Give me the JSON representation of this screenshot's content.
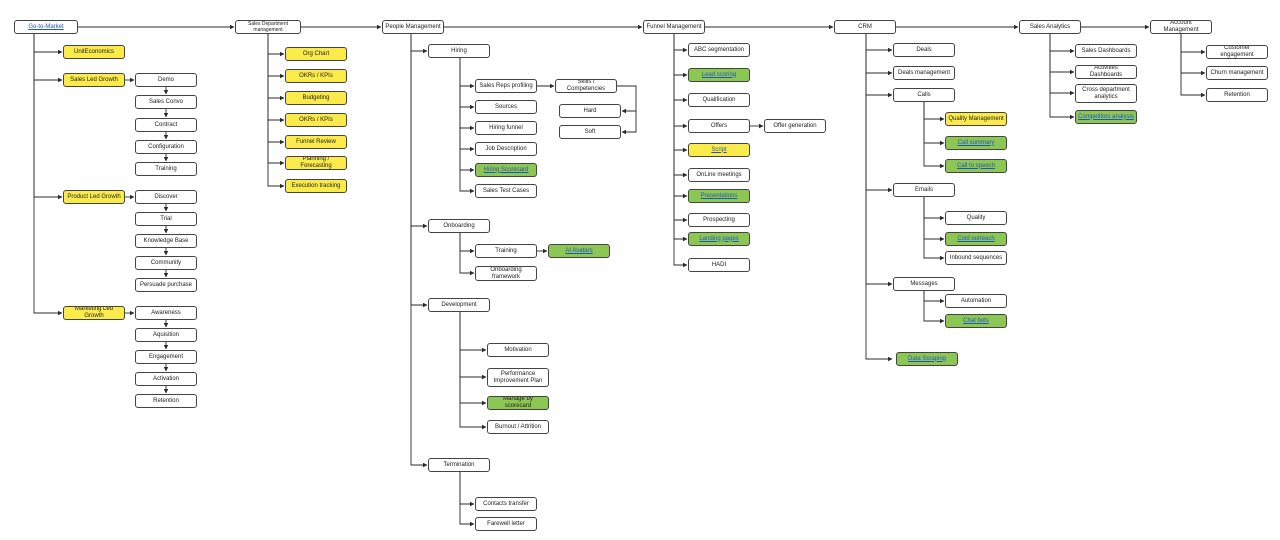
{
  "palette": {
    "line": "#2b2b2b",
    "node_border": "#444444",
    "yellow": "#FAEB4B",
    "green": "#8CC653",
    "link": "#2255C4"
  },
  "nodes": {
    "go_to_market": "Go-to-Market",
    "sales_department_management": "Sales Department management",
    "people_management": "People Management",
    "funnel_management": "Funnel Management",
    "crm": "CRM",
    "sales_analytics": "Sales Analytics",
    "account_management": "Account Management",
    "unit_economics": "UnitEconomics",
    "sales_led_growth": "Sales Led Growth",
    "slg_demo": "Demo",
    "slg_sales_convo": "Sales Convo",
    "slg_contract": "Contract",
    "slg_configuration": "Configuration",
    "slg_training": "Training",
    "product_led_growth": "Product Led Growth",
    "plg_discover": "Discover",
    "plg_trial": "Trial",
    "plg_knowledge_base": "Knowledge Base",
    "plg_community": "Community",
    "plg_persuade_purchase": "Persuade purchase",
    "marketing_led_growth": "Marketing Led Growth",
    "mlg_awareness": "Awareness",
    "mlg_aquisition": "Aquisition",
    "mlg_engagement": "Engagement",
    "mlg_activation": "Activation",
    "mlg_retention": "Retention",
    "org_chart": "Org Chart",
    "okrs_kpis_1": "OKRs / KPIs",
    "budgeting": "Budgeting",
    "okrs_kpis_2": "OKRs / KPIs",
    "funnel_review": "Funnel Review",
    "planning_forecasting": "Planning / Forecasting",
    "execution_tracking": "Execution tracking",
    "hiring": "Hiring",
    "sales_reps_profiling": "Sales Reps profiling",
    "skills_competencies": "Skills / Competencies",
    "hard": "Hard",
    "soft": "Soft",
    "sources": "Sources",
    "hiring_funnel": "Hiring funnel",
    "job_description": "Job Description",
    "hiring_scorecard": "Hiring Scorecard",
    "sales_test_cases": "Sales Test Cases",
    "onboarding": "Onboarding",
    "onb_training": "Training",
    "ai_avatars": "AI Avatars",
    "onboarding_framework": "Onboarding framework",
    "development": "Development",
    "motivation": "Motivation",
    "performance_improvement_plan": "Performance Improvement Plan",
    "manage_by_scorecard": "Manage by scorecard",
    "burnout_attrition": "Burnout / Attrition",
    "termination": "Termination",
    "contacts_transfer": "Contacts transfer",
    "farewell_letter": "Farewell letter",
    "abc_segmentation": "ABC segmentation",
    "lead_scoring": "Lead scoring",
    "qualification": "Qualification",
    "offers": "Offers",
    "offer_generation": "Offer generation",
    "script": "Script",
    "online_meetings": "OnLine meetings",
    "presentations": "Presentations",
    "prospecting": "Prospecting",
    "landing_pages": "Landing pages",
    "hadi": "HADI",
    "deals": "Deals",
    "deals_management": "Deals management",
    "calls": "Calls",
    "quality_management": "Quality Management",
    "call_summary": "Call summary",
    "call_to_speech": "Call to speech",
    "emails": "Emails",
    "email_quality": "Quality",
    "cold_outreach": "Cold outreach",
    "inbound_sequences": "Inbound sequences",
    "messages": "Messages",
    "automation": "Automation",
    "chat_bots": "Chat bots",
    "data_scraping": "Data Scraping",
    "sales_dashboards": "Sales Dashboards",
    "activities_dashboards": "Activities Dashboards",
    "cross_department_analytics": "Cross department analytics",
    "competitors_analysis": "Competitors analysis",
    "customer_engagement": "Customer engagement",
    "churn_management": "Churn management",
    "am_retention": "Retention"
  }
}
